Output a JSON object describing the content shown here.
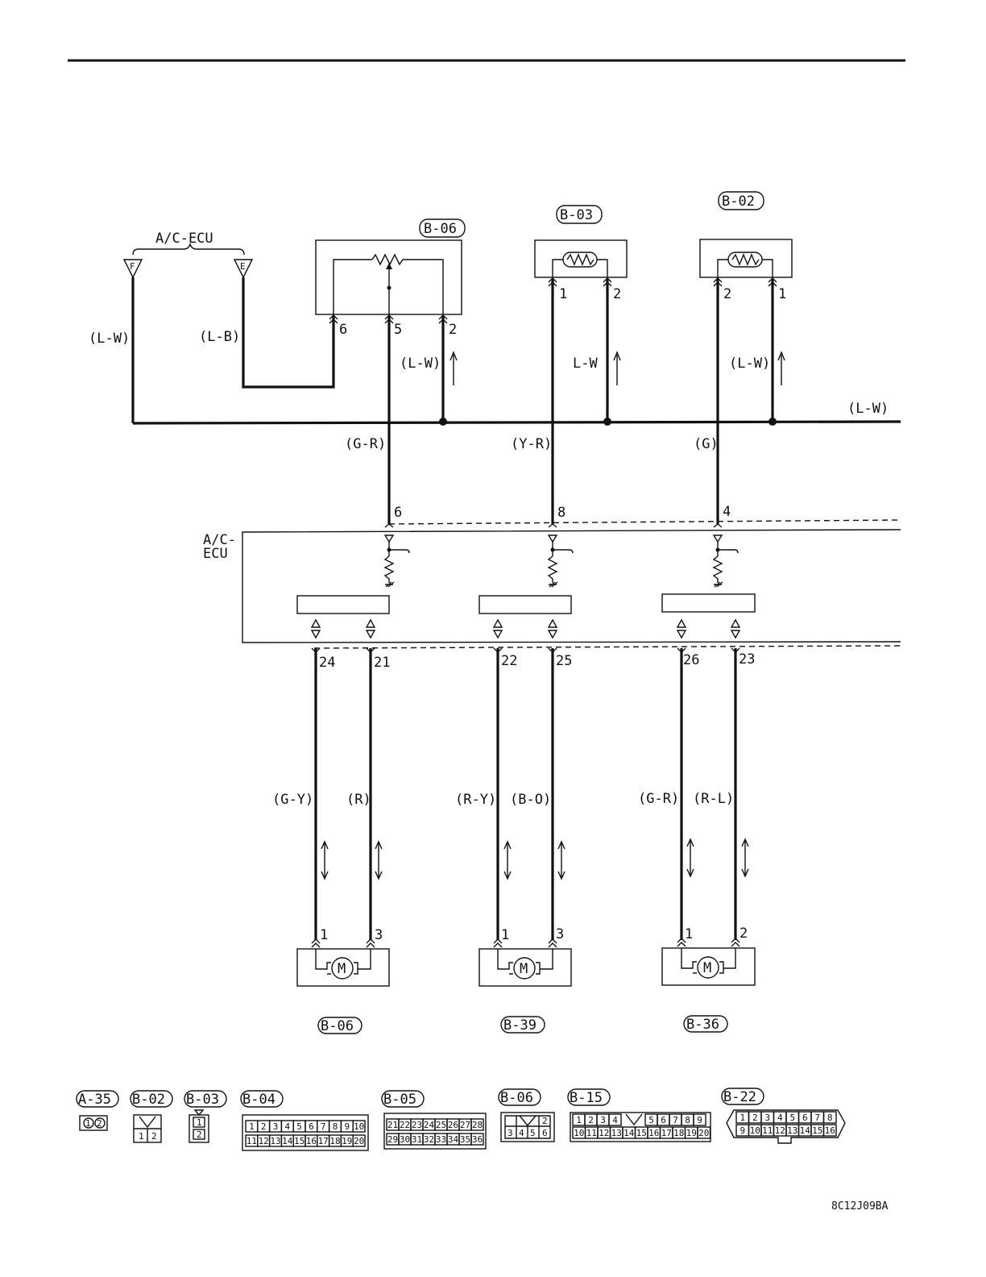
{
  "diagram_id": "8C12J09BA",
  "ecu": {
    "top_label": "A/C-ECU",
    "top_terminal_f": "F",
    "top_terminal_e": "E",
    "box_label_line1": "A/C-",
    "box_label_line2": "ECU"
  },
  "sensors": {
    "b06_tag": "B-06",
    "b06_pins": [
      "6",
      "5",
      "2"
    ],
    "b03_tag": "B-03",
    "b03_pins": [
      "1",
      "2"
    ],
    "b02_tag": "B-02",
    "b02_pins": [
      "2",
      "1"
    ]
  },
  "wire_colors": {
    "lw_left": "(L-W)",
    "lb": "(L-B)",
    "lw_b06": "(L-W)",
    "lw_b03": "L-W",
    "lw_b02": "(L-W)",
    "lw_right": "(L-W)",
    "gr_6": "(G-R)",
    "yr_8": "(Y-R)",
    "g_4": "(G)",
    "gy": "(G-Y)",
    "r": "(R)",
    "ry": "(R-Y)",
    "bo": "(B-O)",
    "gr_26": "(G-R)",
    "rl": "(R-L)"
  },
  "ecu_pins": {
    "top": [
      "6",
      "8",
      "4"
    ],
    "bottom": [
      "24",
      "21",
      "22",
      "25",
      "26",
      "23"
    ]
  },
  "motors": {
    "left_tag": "B-06",
    "left_pins": [
      "1",
      "3"
    ],
    "left_symbol": "M",
    "mid_tag": "B-39",
    "mid_pins": [
      "1",
      "3"
    ],
    "mid_symbol": "M",
    "right_tag": "B-36",
    "right_pins": [
      "1",
      "2"
    ],
    "right_symbol": "M"
  },
  "connectors": {
    "a35": {
      "tag": "A-35",
      "pins": [
        "1",
        "2"
      ]
    },
    "b02": {
      "tag": "B-02",
      "pins": [
        "1",
        "2"
      ]
    },
    "b03": {
      "tag": "B-03",
      "pins": [
        "1",
        "2"
      ]
    },
    "b04": {
      "tag": "B-04",
      "pins": [
        "1",
        "2",
        "3",
        "4",
        "5",
        "6",
        "7",
        "8",
        "9",
        "10",
        "11",
        "12",
        "13",
        "14",
        "15",
        "16",
        "17",
        "18",
        "19",
        "20"
      ]
    },
    "b05": {
      "tag": "B-05",
      "pins": [
        "21",
        "22",
        "23",
        "24",
        "25",
        "26",
        "27",
        "28",
        "29",
        "30",
        "31",
        "32",
        "33",
        "34",
        "35",
        "36"
      ]
    },
    "b06": {
      "tag": "B-06",
      "pins": [
        "2",
        "3",
        "4",
        "5",
        "6"
      ]
    },
    "b15": {
      "tag": "B-15",
      "pins": [
        "1",
        "2",
        "3",
        "4",
        "5",
        "6",
        "7",
        "8",
        "9",
        "10",
        "11",
        "12",
        "13",
        "14",
        "15",
        "16",
        "17",
        "18",
        "19",
        "20"
      ]
    },
    "b22": {
      "tag": "B-22",
      "pins": [
        "1",
        "2",
        "3",
        "4",
        "5",
        "6",
        "7",
        "8",
        "9",
        "10",
        "11",
        "12",
        "13",
        "14",
        "15",
        "16"
      ]
    }
  }
}
